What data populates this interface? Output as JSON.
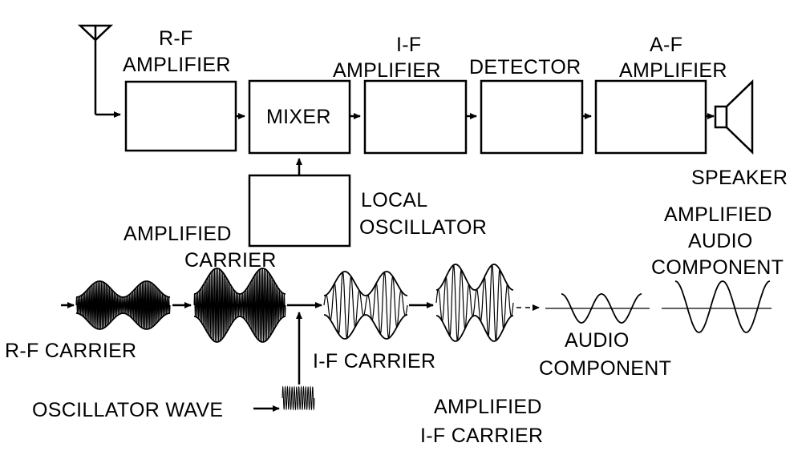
{
  "blocks": {
    "rf_amplifier": [
      "R-F",
      "AMPLIFIER"
    ],
    "mixer": "MIXER",
    "if_amplifier": [
      "I-F",
      "AMPLIFIER"
    ],
    "detector": "DETECTOR",
    "af_amplifier": [
      "A-F",
      "AMPLIFIER"
    ],
    "local_oscillator": [
      "LOCAL",
      "OSCILLATOR"
    ],
    "speaker": "SPEAKER"
  },
  "waveforms": {
    "rf_carrier": "R-F CARRIER",
    "amplified_carrier": [
      "AMPLIFIED",
      "CARRIER"
    ],
    "oscillator_wave": "OSCILLATOR WAVE",
    "if_carrier": "I-F CARRIER",
    "amplified_if_carrier": [
      "AMPLIFIED",
      "I-F CARRIER"
    ],
    "audio_component": [
      "AUDIO",
      "COMPONENT"
    ],
    "amplified_audio_component": [
      "AMPLIFIED",
      "AUDIO",
      "COMPONENT"
    ]
  }
}
